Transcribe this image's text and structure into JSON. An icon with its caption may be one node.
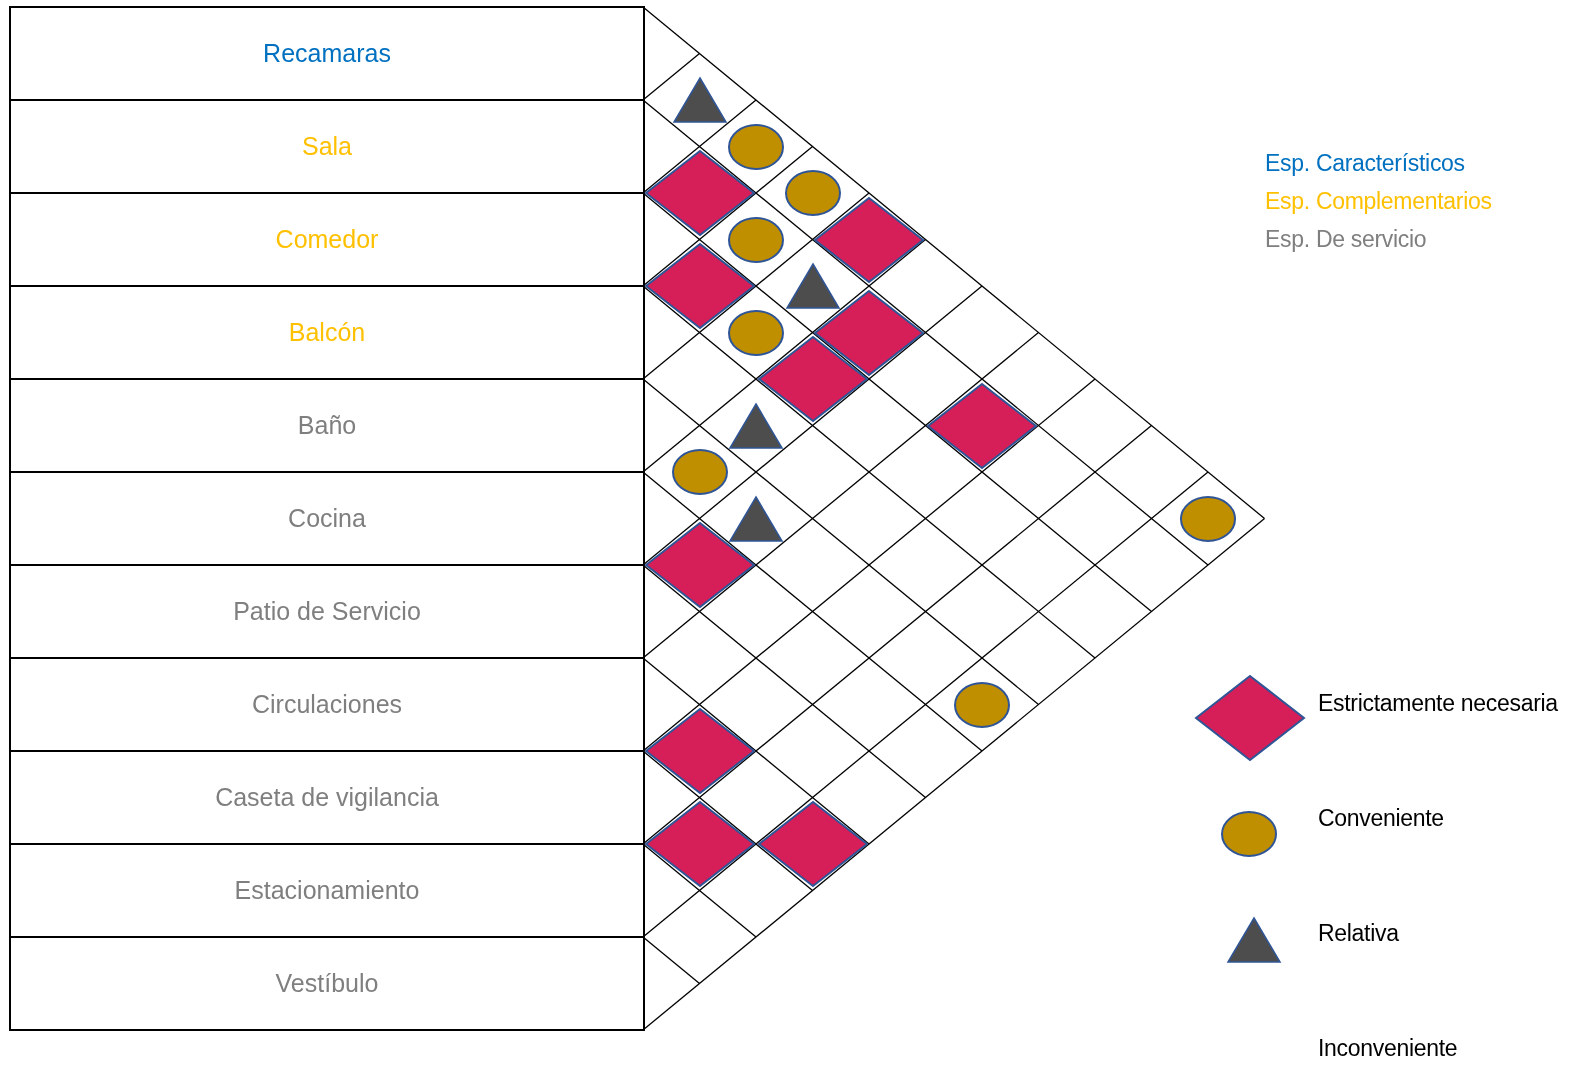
{
  "diagram": {
    "nodes": [
      {
        "text": [
          "Recamaras"
        ]
      },
      {
        "text": [
          "Sala"
        ]
      },
      {
        "text": [
          "Comedor"
        ]
      },
      {
        "text": [
          "Balcón"
        ]
      },
      {
        "text": [
          "Baño"
        ]
      },
      {
        "text": [
          "Cocina"
        ]
      },
      {
        "text": [
          "Patio de Servicio"
        ]
      },
      {
        "text": [
          "Circulaciones"
        ]
      },
      {
        "text": [
          "Caseta de vigilancia"
        ]
      },
      {
        "text": [
          "Estacionamiento"
        ]
      },
      {
        "text": [
          "Vestíbulo"
        ]
      },
      {
        "text": [],
        "shape": "triangle"
      },
      {
        "text": [],
        "shape": "circle"
      },
      {
        "text": [],
        "shape": "diamond"
      },
      {
        "text": [],
        "shape": "circle"
      },
      {
        "text": [],
        "shape": "circle"
      },
      {
        "text": [],
        "shape": "diamond"
      },
      {
        "text": [],
        "shape": "diamond"
      },
      {
        "text": [],
        "shape": "triangle"
      },
      {
        "text": [],
        "shape": "circle"
      },
      {
        "text": [],
        "shape": "diamond"
      },
      {
        "text": [],
        "shape": "diamond"
      },
      {
        "text": [],
        "shape": "triangle"
      },
      {
        "text": [],
        "shape": "diamond"
      },
      {
        "text": [],
        "shape": "circle"
      },
      {
        "text": [],
        "shape": "triangle"
      },
      {
        "text": [],
        "shape": "circle"
      },
      {
        "text": [],
        "shape": "diamond"
      },
      {
        "text": [],
        "shape": "circle"
      },
      {
        "text": [],
        "shape": "diamond"
      },
      {
        "text": [],
        "shape": "diamond"
      },
      {
        "text": [],
        "shape": "diamond"
      }
    ],
    "legend": [
      {
        "text": "Esp. Característicos",
        "color": "#0070c0"
      },
      {
        "text": "Esp. Complementarios",
        "color": "#ffc000"
      },
      {
        "text": "Esp. De servicio",
        "color": "#7f7f7f"
      },
      {
        "text": "Estrictamente necesaria"
      },
      {
        "text": "Conveniente"
      },
      {
        "text": "Relativa"
      },
      {
        "text": "Inconveniente"
      }
    ]
  }
}
